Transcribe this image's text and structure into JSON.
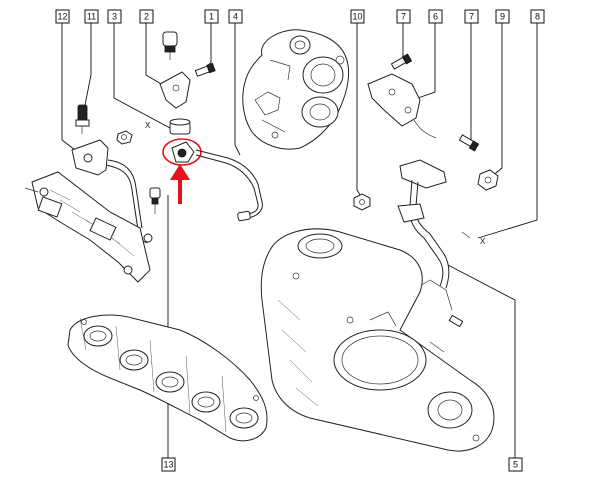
{
  "diagram": {
    "callouts": [
      {
        "id": "12",
        "label": "12"
      },
      {
        "id": "11",
        "label": "11"
      },
      {
        "id": "3",
        "label": "3"
      },
      {
        "id": "2",
        "label": "2"
      },
      {
        "id": "1",
        "label": "1"
      },
      {
        "id": "4",
        "label": "4"
      },
      {
        "id": "10",
        "label": "10"
      },
      {
        "id": "7a",
        "label": "7"
      },
      {
        "id": "6",
        "label": "6"
      },
      {
        "id": "7b",
        "label": "7"
      },
      {
        "id": "9",
        "label": "9"
      },
      {
        "id": "8",
        "label": "8"
      },
      {
        "id": "13",
        "label": "13"
      },
      {
        "id": "5",
        "label": "5"
      }
    ],
    "marks": {
      "x_left": "X",
      "x_right": "X"
    },
    "highlight": {
      "color": "#e3131b",
      "target": "3"
    }
  }
}
